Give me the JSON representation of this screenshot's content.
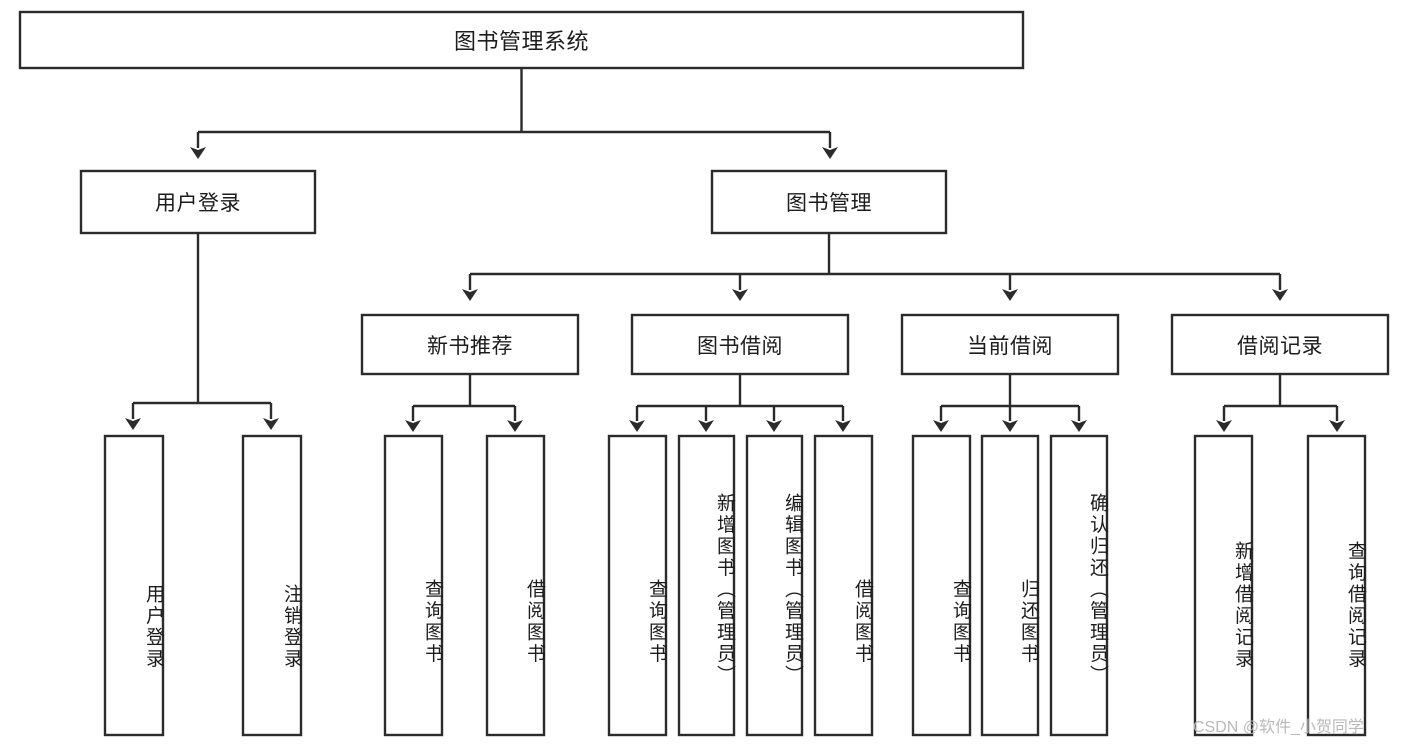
{
  "diagram": {
    "title": "图书管理系统",
    "type": "hierarchy-tree",
    "watermark": "CSDN @软件_小贺同学",
    "colors": {
      "stroke": "#2b2b2b",
      "box_fill": "#ffffff",
      "text": "#1c1c1c",
      "background": "#ffffff",
      "watermark": "#b9b9b9"
    },
    "root": {
      "label": "图书管理系统",
      "orientation": "horizontal"
    },
    "level2": [
      {
        "label": "用户登录",
        "orientation": "horizontal"
      },
      {
        "label": "图书管理",
        "orientation": "horizontal"
      }
    ],
    "level3": [
      {
        "label": "新书推荐",
        "orientation": "horizontal"
      },
      {
        "label": "图书借阅",
        "orientation": "horizontal"
      },
      {
        "label": "当前借阅",
        "orientation": "horizontal"
      },
      {
        "label": "借阅记录",
        "orientation": "horizontal"
      }
    ],
    "leaves": {
      "user_login": [
        {
          "label": "用户登录",
          "orientation": "vertical"
        },
        {
          "label": "注销登录",
          "orientation": "vertical"
        }
      ],
      "new_book_recommend": [
        {
          "label": "查询图书",
          "orientation": "vertical"
        },
        {
          "label": "借阅图书",
          "orientation": "vertical"
        }
      ],
      "book_borrow": [
        {
          "label": "查询图书",
          "orientation": "vertical"
        },
        {
          "label": "新增图书（管理员）",
          "orientation": "vertical"
        },
        {
          "label": "编辑图书（管理员）",
          "orientation": "vertical"
        },
        {
          "label": "借阅图书",
          "orientation": "vertical"
        }
      ],
      "current_borrow": [
        {
          "label": "查询图书",
          "orientation": "vertical"
        },
        {
          "label": "归还图书",
          "orientation": "vertical"
        },
        {
          "label": "确认归还（管理员）",
          "orientation": "vertical"
        }
      ],
      "borrow_record": [
        {
          "label": "新增借阅记录",
          "orientation": "vertical"
        },
        {
          "label": "查询借阅记录",
          "orientation": "vertical"
        }
      ]
    }
  }
}
